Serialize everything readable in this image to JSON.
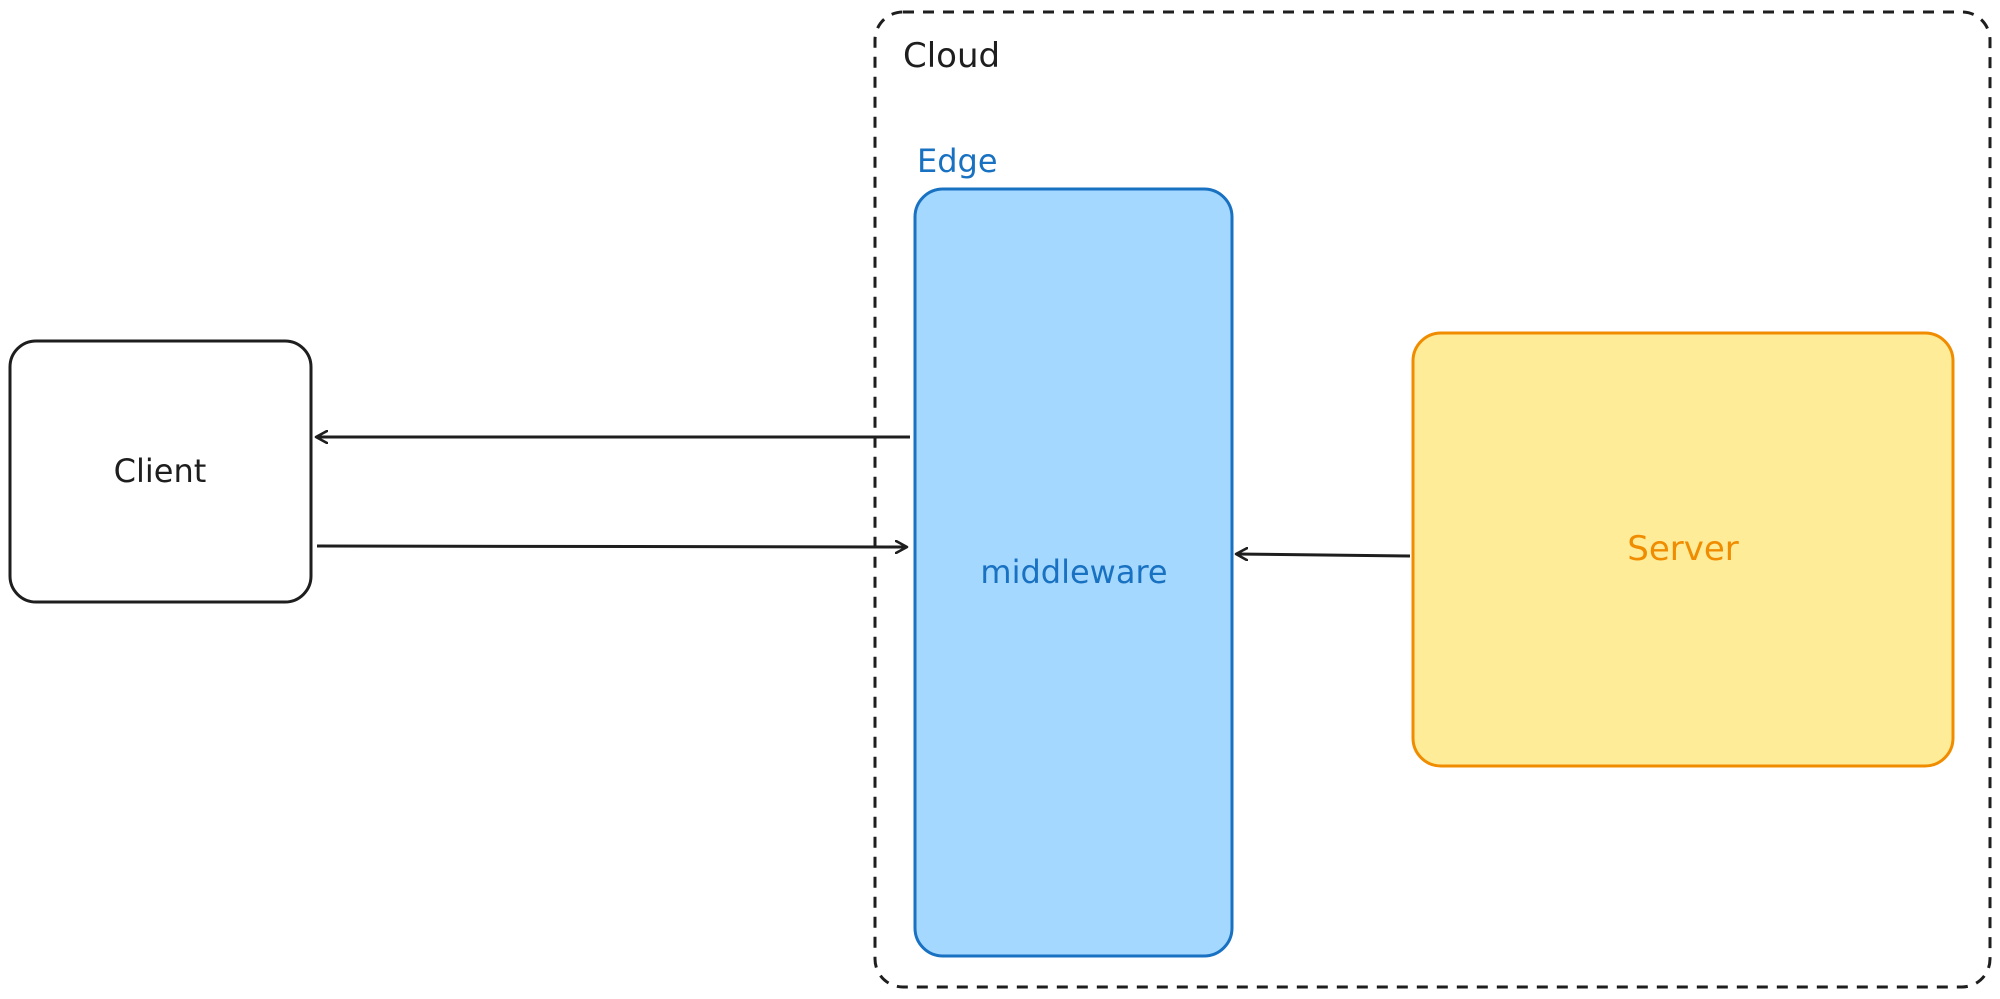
{
  "colors": {
    "stroke": "#1e1e1e",
    "edge_stroke": "#1971c2",
    "edge_fill": "#a5d8ff",
    "server_stroke": "#f08c00",
    "server_fill": "#ffec99",
    "background": "#ffffff"
  },
  "diagram": {
    "cloud": {
      "label": "Cloud"
    },
    "edge": {
      "label": "Edge",
      "box_label": "middleware"
    },
    "client": {
      "label": "Client"
    },
    "server": {
      "label": "Server"
    }
  },
  "edges": [
    {
      "from": "middleware",
      "to": "client",
      "label": ""
    },
    {
      "from": "client",
      "to": "middleware",
      "label": ""
    },
    {
      "from": "server",
      "to": "middleware",
      "label": ""
    }
  ]
}
